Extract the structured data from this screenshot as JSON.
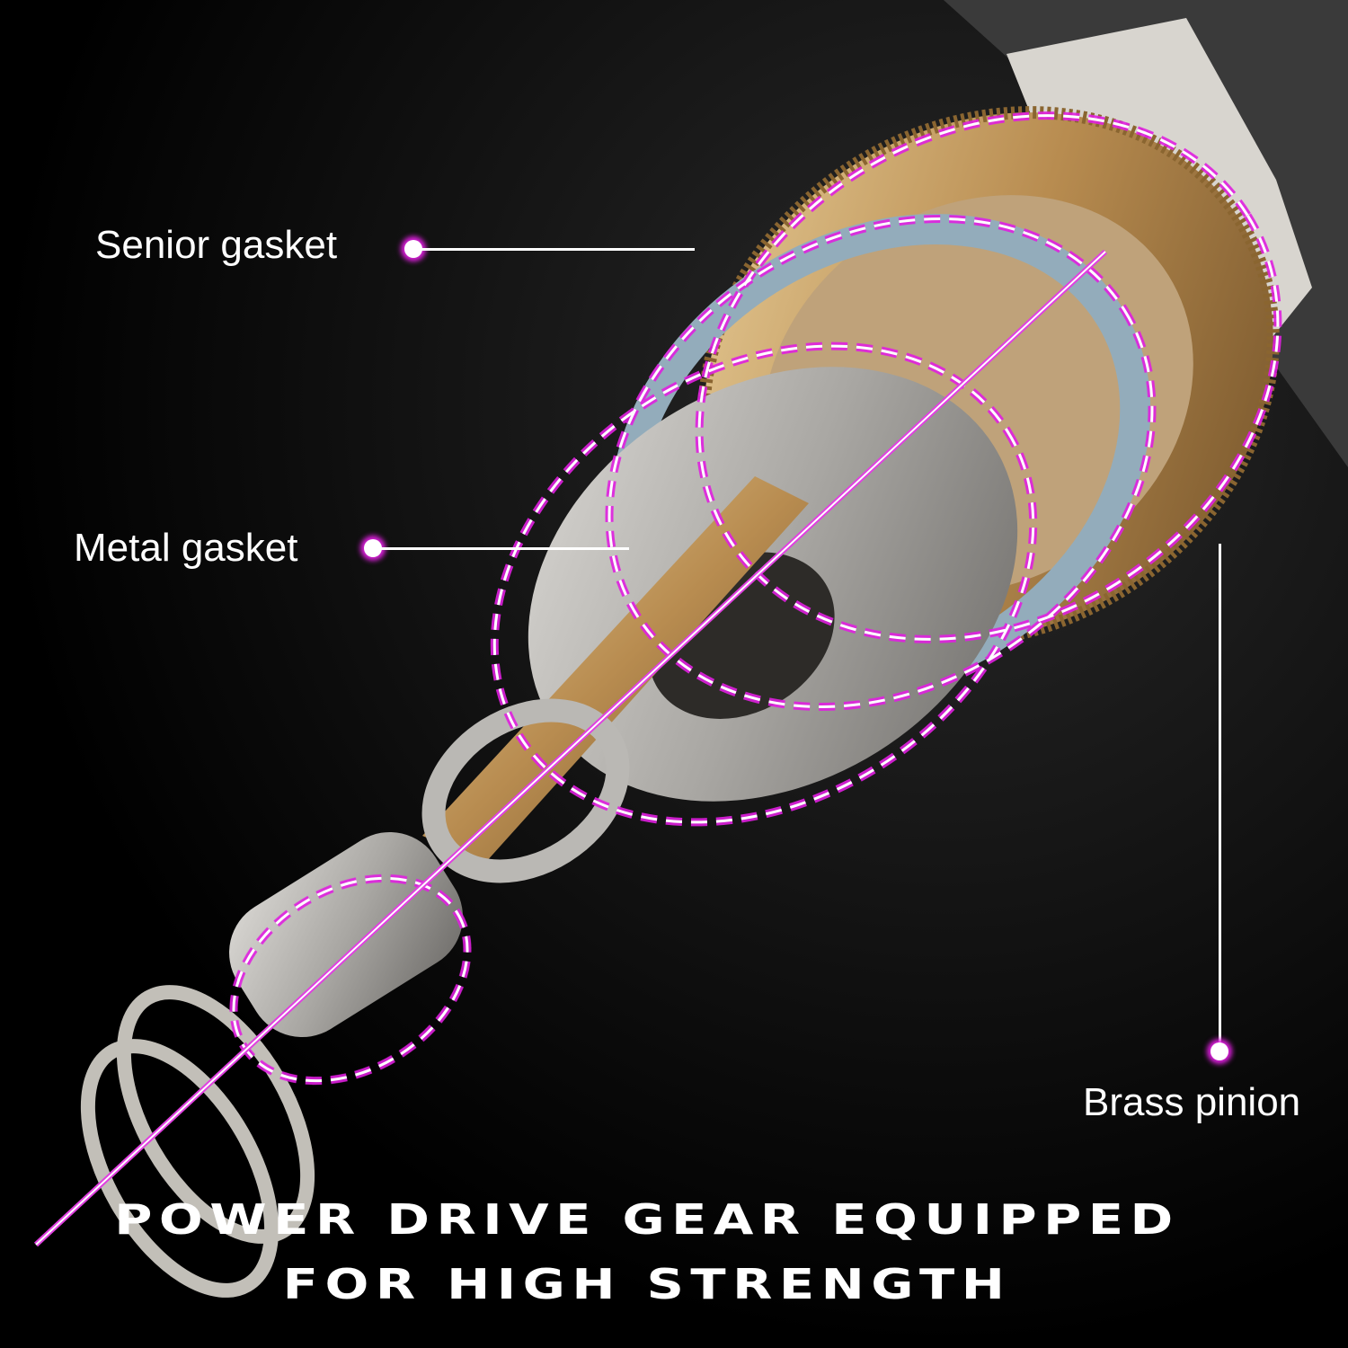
{
  "colors": {
    "background": "#000000",
    "accent": "#e020e0",
    "text": "#ffffff",
    "brass": "#c9a268",
    "steel": "#b8b6b2",
    "gasket_blue": "#8fa8b8"
  },
  "callouts": [
    {
      "name": "senior-gasket",
      "label": "Senior gasket"
    },
    {
      "name": "metal-gasket",
      "label": "Metal gasket"
    },
    {
      "name": "brass-pinion",
      "label": "Brass pinion"
    }
  ],
  "headline": {
    "line1": "POWER DRIVE GEAR EQUIPPED",
    "line2": "FOR HIGH STRENGTH"
  }
}
